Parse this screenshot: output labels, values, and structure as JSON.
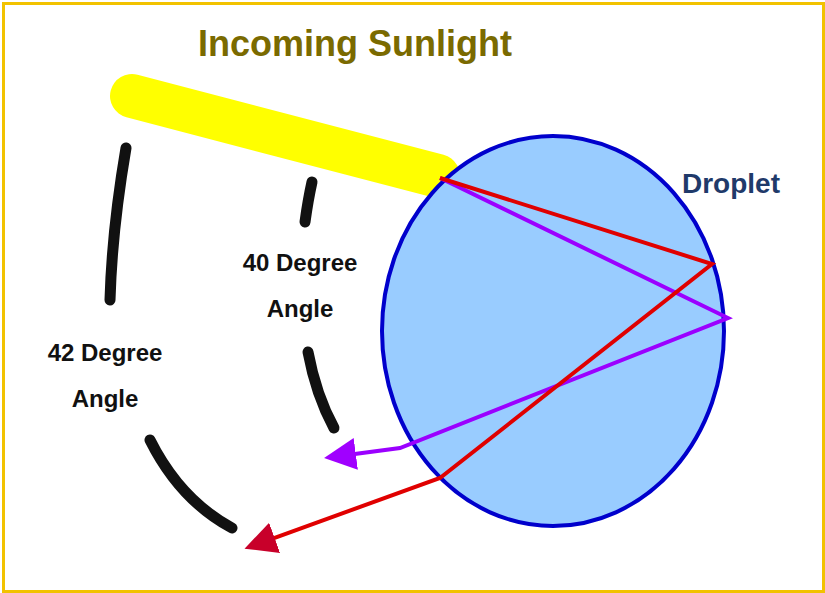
{
  "diagram": {
    "nodes": [
      {
        "text": [
          "Droplet"
        ]
      }
    ],
    "labels": [
      "Incoming Sunlight",
      "40 Degree Angle",
      "42 Degree Angle"
    ]
  }
}
